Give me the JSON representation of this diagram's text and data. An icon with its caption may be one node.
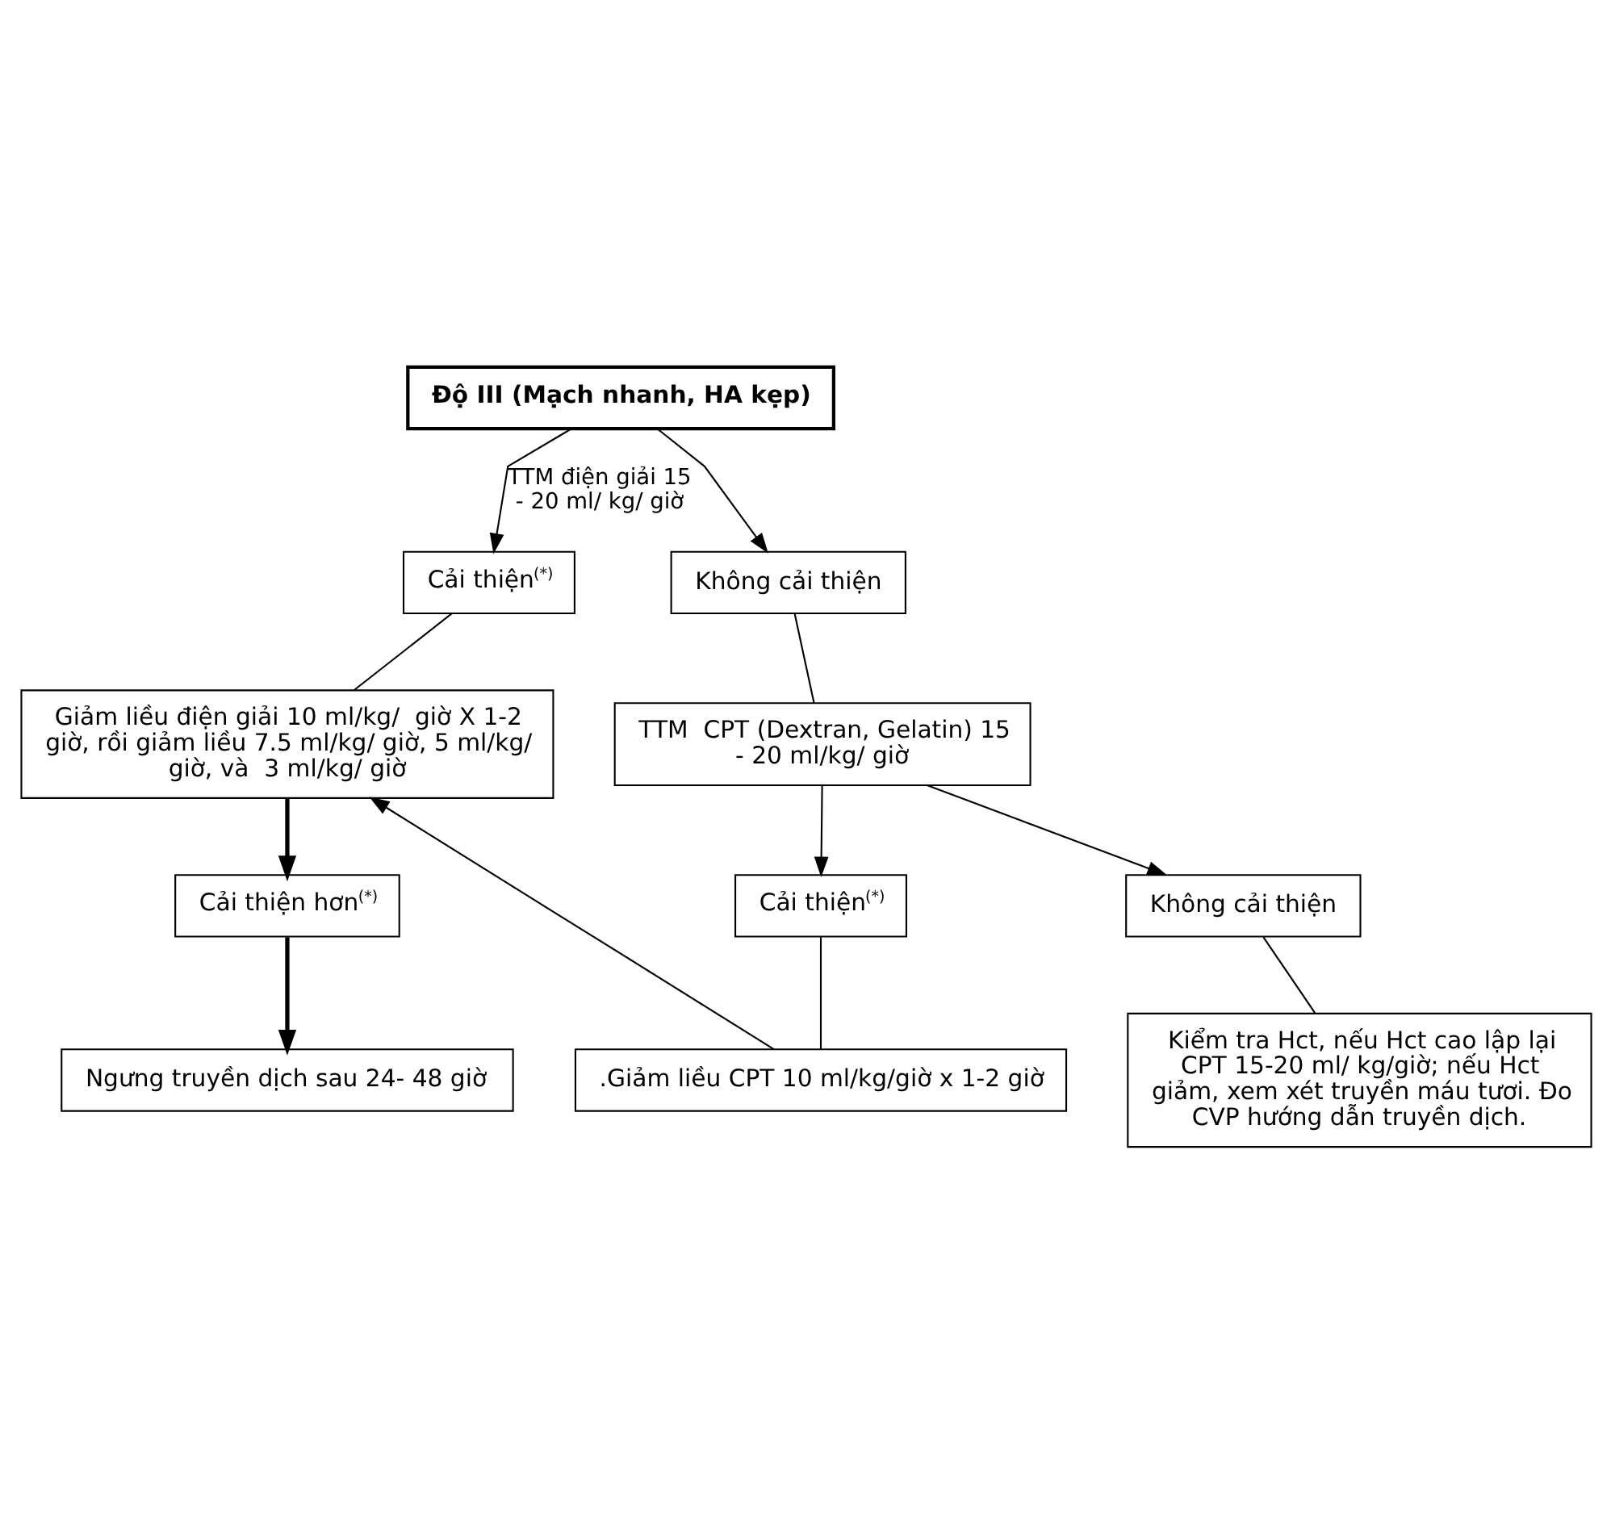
{
  "diagram": {
    "nodes": [
      {
        "text": [
          "Độ III (Mạch nhanh, HA kẹp)"
        ]
      },
      {
        "text": [
          "Cải thiện$^{(*)}$"
        ]
      },
      {
        "text": [
          "Không cải thiện"
        ]
      },
      {
        "text": [
          "Giảm liều điện giải 10 ml/kg/  giờ X 1-2 giờ, rồi giảm liều 7.5 ml/kg/ giờ, 5 ml/kg/ giờ, và  3 ml/kg/ giờ"
        ]
      },
      {
        "text": [
          "TTM  CPT (Dextran, Gelatin) 15 - 20 ml/kg/ giờ"
        ]
      },
      {
        "text": [
          "Cải thiện hơn$^{(*)}$"
        ]
      },
      {
        "text": [
          "Cải thiện$^{(*)}$"
        ]
      },
      {
        "text": [
          "Không cải thiện"
        ]
      },
      {
        "text": [
          "Ngưng truyền dịch sau 24- 48 giờ"
        ]
      },
      {
        "text": [
          ".Giảm liều CPT 10 ml/kg/giờ x 1-2 giờ"
        ]
      },
      {
        "text": [
          "Kiểm tra Hct, nếu Hct cao lập lại CPT 15-20 ml/ kg/giờ; nếu Hct giảm, xem xét truyền máu tươi. Đo CVP hướng dẫn truyền dịch."
        ]
      }
    ],
    "edges": [
      {
        "from": 0,
        "to": 1,
        "arrow": "to",
        "label": "TTM điện giải 15 - 20 ml/ kg/ giờ"
      },
      {
        "from": 0,
        "to": 2,
        "arrow": "to"
      },
      {
        "from": 1,
        "to": 3,
        "arrow": "none"
      },
      {
        "from": 2,
        "to": 4,
        "arrow": "none"
      },
      {
        "from": 3,
        "to": 5,
        "arrow": "to",
        "style": "thick"
      },
      {
        "from": 4,
        "to": 6,
        "arrow": "to"
      },
      {
        "from": 4,
        "to": 7,
        "arrow": "to"
      },
      {
        "from": 5,
        "to": 8,
        "arrow": "to",
        "style": "thick"
      },
      {
        "from": 6,
        "to": 9,
        "arrow": "none"
      },
      {
        "from": 7,
        "to": 10,
        "arrow": "none"
      },
      {
        "from": 9,
        "to": 3,
        "arrow": "to"
      }
    ]
  }
}
